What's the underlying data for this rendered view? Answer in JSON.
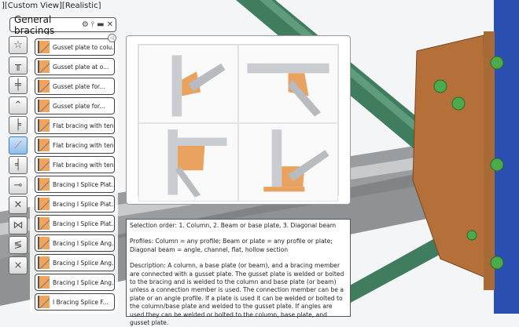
{
  "view_label": "][Custom View][Realistic]",
  "palette": {
    "title": "General bracings",
    "settings_icon": "gear-icon",
    "pin_icon": "pin-icon",
    "minimize_icon": "minus-icon",
    "close_icon": "close-icon"
  },
  "categories": [
    "star-icon",
    "column-icon",
    "h-frame-icon",
    "chevron-icon",
    "beam-end-icon",
    "gusset-icon",
    "splice-icon",
    "pipe-icon",
    "cross-bracing-icon",
    "truss-icon",
    "s-bracing-icon",
    "diagonal-cross-icon"
  ],
  "items": [
    {
      "label": "Gusset plate to colu..."
    },
    {
      "label": "Gusset plate at o..."
    },
    {
      "label": "Gusset plate for..."
    },
    {
      "label": "Gusset plate for..."
    },
    {
      "label": "Flat bracing with tensi..."
    },
    {
      "label": "Flat bracing with tensi..."
    },
    {
      "label": "Flat bracing with tensi..."
    },
    {
      "label": "Bracing I Splice Plat..."
    },
    {
      "label": "Bracing I Splice Plat..."
    },
    {
      "label": "Bracing I Splice Plat..."
    },
    {
      "label": "Bracing I Splice Ang..."
    },
    {
      "label": "Bracing I Splice Ang..."
    },
    {
      "label": "Bracing I Splice Ang..."
    },
    {
      "label": "I Bracing Splice F..."
    }
  ],
  "description": {
    "selection": "Selection order: 1. Column, 2. Beam or base plate, 3. Diagonal beam",
    "profiles": "Profiles: Column = any profile; Beam or plate = any profile or plate; Diagonal beam = angle, channel, flat, hollow section",
    "text": "Description: A column, a base plate (or beam), and a bracing member are connected with a gusset plate.  The gusset plate is welded or bolted to the bracing and is welded to the column and base plate (or beam) unless a connection member is used.  The connection member can be a plate or an angle profile.  If a plate is used it can be welded or bolted to the column/base plate and welded to the gusset plate.  If angles are used they can be welded or bolted to the column, base plate, and gusset plate."
  },
  "colors": {
    "steel_green": "#3f7d5e",
    "plate_orange": "#b5703a",
    "column_blue": "#2a4fb0",
    "beam_gray": "#8a8d90"
  }
}
